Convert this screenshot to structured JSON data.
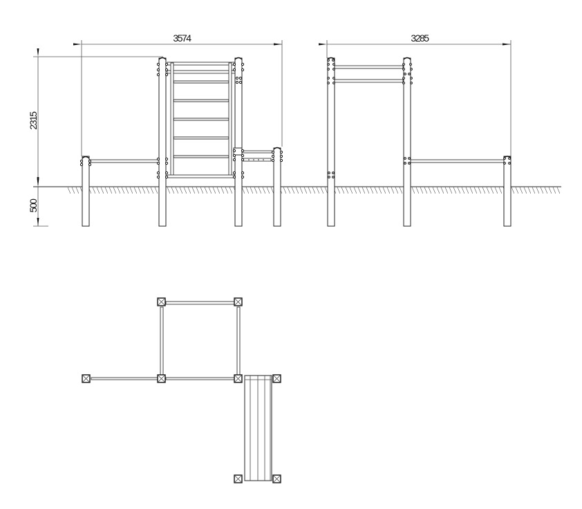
{
  "drawing": {
    "title": "",
    "views": {
      "front_left": {
        "width_label": "3574",
        "height_label": "2315",
        "depth_label": "500",
        "ladder_rungs": 6
      },
      "front_right": {
        "width_label": "3285"
      },
      "plan": {
        "bench_slats": 4
      }
    },
    "colors": {
      "line": "#222222",
      "dimension": "#555555",
      "background": "#ffffff"
    }
  }
}
